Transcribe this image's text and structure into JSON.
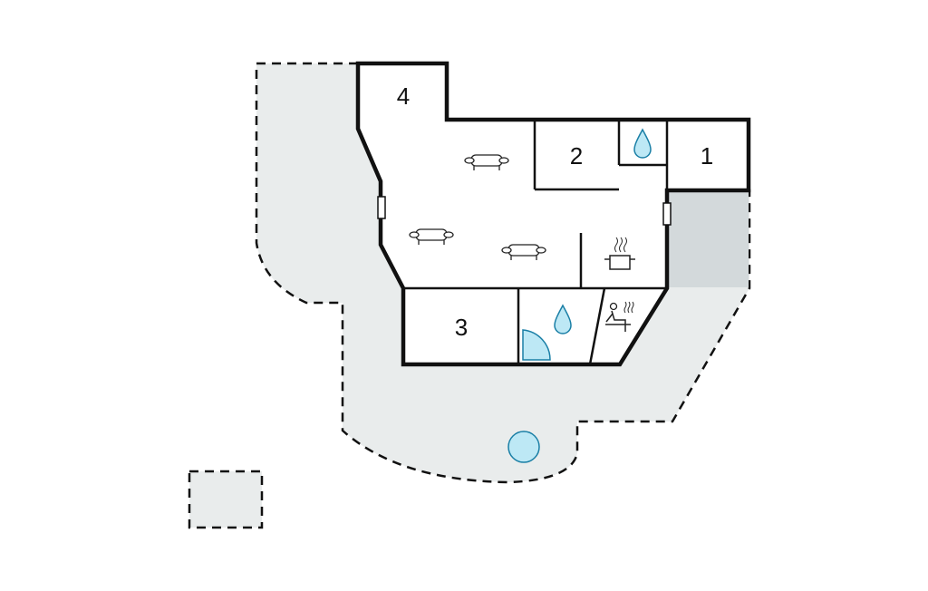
{
  "floorplan": {
    "rooms": [
      {
        "id": "room-1",
        "label": "1"
      },
      {
        "id": "room-2",
        "label": "2"
      },
      {
        "id": "room-3",
        "label": "3"
      },
      {
        "id": "room-4",
        "label": "4"
      }
    ],
    "icons": [
      "sofa-icon",
      "water-drop-icon",
      "shower-icon",
      "cooking-pot-icon",
      "sauna-icon",
      "pool-icon",
      "door-icon"
    ],
    "colors": {
      "wall": "#111111",
      "terrace": "#e9ecec",
      "carport": "#d3d9db",
      "water": "#bde8f5",
      "water_stroke": "#1a7fa6"
    }
  }
}
